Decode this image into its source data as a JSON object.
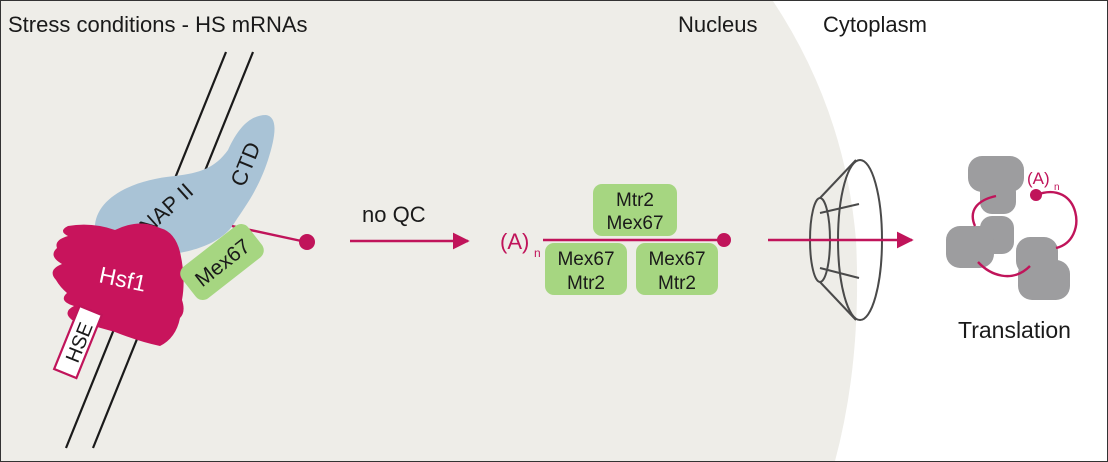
{
  "header": {
    "title": "Stress conditions - HS mRNAs",
    "nucleus_label": "Nucleus",
    "cytoplasm_label": "Cytoplasm"
  },
  "transcription": {
    "rnap_label": "RNAP II",
    "ctd_label": "CTD",
    "hsf1_label": "Hsf1",
    "hse_label": "HSE",
    "mex67_label": "Mex67"
  },
  "transition": {
    "arrow_label": "no QC"
  },
  "mrnp": {
    "polya_label": "(A)",
    "polya_subscript": "n",
    "top_box": {
      "line1": "Mtr2",
      "line2": "Mex67"
    },
    "bottom_left_box": {
      "line1": "Mex67",
      "line2": "Mtr2"
    },
    "bottom_right_box": {
      "line1": "Mex67",
      "line2": "Mtr2"
    }
  },
  "translation": {
    "polya_label": "(A)",
    "polya_subscript": "n",
    "label": "Translation"
  },
  "colors": {
    "nucleus_fill": "#eeede8",
    "mrna": "#c0145a",
    "hsf1": "#c8145c",
    "rnap": "#a9c3d6",
    "mex67": "#a6d681",
    "ribosome": "#9d9d9f",
    "dna": "#1a1a1a"
  }
}
